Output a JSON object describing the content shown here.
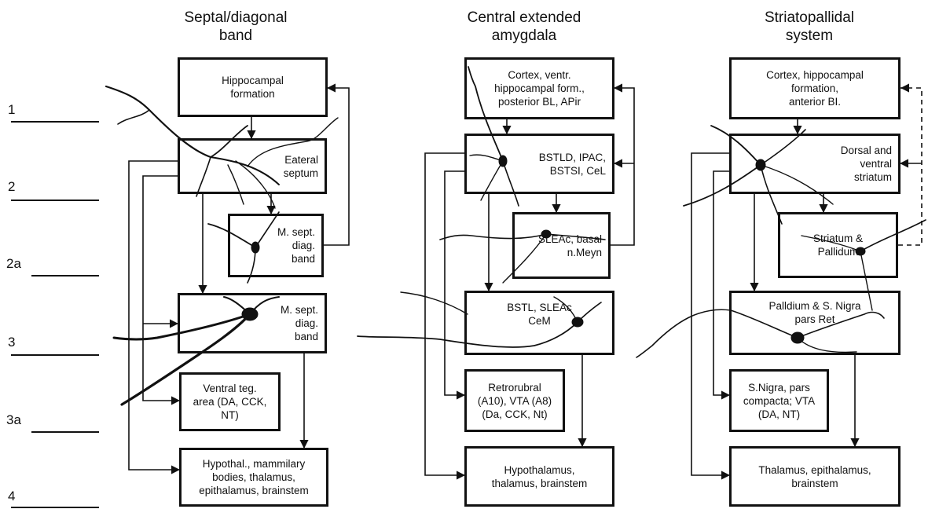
{
  "columns": [
    {
      "title": "Septal/diagonal\nband",
      "boxes": [
        "Hippocampal\nformation",
        "Eateral\nseptum",
        "M. sept.\ndiag.\nband",
        "M. sept.\ndiag.\nband",
        "Ventral teg.\narea (DA, CCK,\nNT)",
        "Hypothal., mammilary\nbodies, thalamus,\nepithalamus, brainstem"
      ]
    },
    {
      "title": "Central extended\namygdala",
      "boxes": [
        "Cortex, ventr.\nhippocampal form.,\nposterior BL, APir",
        "BSTLD, IPAC,\nBSTSI, CeL",
        "SLEAc, basal\nn.Meyn",
        "BSTL, SLEAc\nCeM",
        "Retrorubral\n(A10), VTA (A8)\n(Da, CCK, Nt)",
        "Hypothalamus,\nthalamus, brainstem"
      ]
    },
    {
      "title": "Striatopallidal\nsystem",
      "boxes": [
        "Cortex, hippocampal\nformation,\nanterior BI.",
        "Dorsal and\nventral\nstriatum",
        "Striatum &\nPallidum",
        "Palldium & S. Nigra\npars Ret",
        "S.Nigra, pars\ncompacta; VTA\n(DA, NT)",
        "Thalamus, epithalamus,\nbrainstem"
      ]
    }
  ],
  "levels": [
    "1",
    "2",
    "2a",
    "3",
    "3a",
    "4"
  ]
}
